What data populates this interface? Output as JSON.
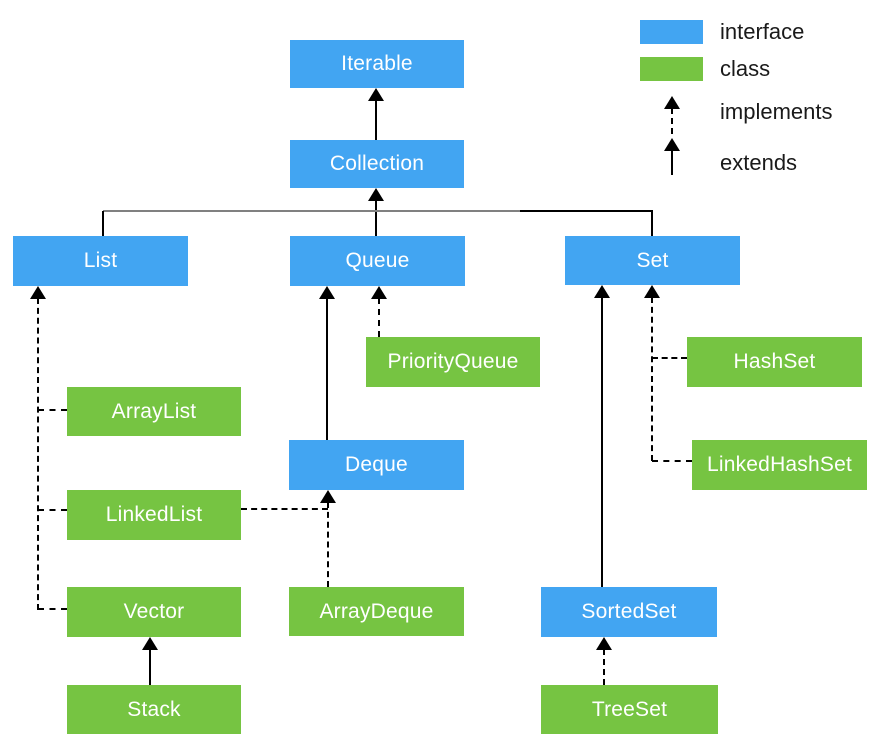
{
  "colors": {
    "interface": "#42a5f2",
    "class": "#76c442",
    "arrow": "#000000",
    "connector_gray": "#808080",
    "label_text": "#ffffff",
    "legend_text": "#1a1a1a"
  },
  "nodes": {
    "iterable": {
      "label": "Iterable",
      "type": "interface"
    },
    "collection": {
      "label": "Collection",
      "type": "interface"
    },
    "list": {
      "label": "List",
      "type": "interface"
    },
    "queue": {
      "label": "Queue",
      "type": "interface"
    },
    "set": {
      "label": "Set",
      "type": "interface"
    },
    "deque": {
      "label": "Deque",
      "type": "interface"
    },
    "sortedset": {
      "label": "SortedSet",
      "type": "interface"
    },
    "arraylist": {
      "label": "ArrayList",
      "type": "class"
    },
    "linkedlist": {
      "label": "LinkedList",
      "type": "class"
    },
    "vector": {
      "label": "Vector",
      "type": "class"
    },
    "stack": {
      "label": "Stack",
      "type": "class"
    },
    "priorityqueue": {
      "label": "PriorityQueue",
      "type": "class"
    },
    "arraydeque": {
      "label": "ArrayDeque",
      "type": "class"
    },
    "hashset": {
      "label": "HashSet",
      "type": "class"
    },
    "linkedhashset": {
      "label": "LinkedHashSet",
      "type": "class"
    },
    "treeset": {
      "label": "TreeSet",
      "type": "class"
    }
  },
  "edges": [
    {
      "from": "Collection",
      "to": "Iterable",
      "relation": "extends"
    },
    {
      "from": "List",
      "to": "Collection",
      "relation": "extends"
    },
    {
      "from": "Queue",
      "to": "Collection",
      "relation": "extends"
    },
    {
      "from": "Set",
      "to": "Collection",
      "relation": "extends"
    },
    {
      "from": "ArrayList",
      "to": "List",
      "relation": "implements"
    },
    {
      "from": "LinkedList",
      "to": "List",
      "relation": "implements"
    },
    {
      "from": "Vector",
      "to": "List",
      "relation": "implements"
    },
    {
      "from": "Stack",
      "to": "Vector",
      "relation": "extends"
    },
    {
      "from": "Deque",
      "to": "Queue",
      "relation": "extends"
    },
    {
      "from": "PriorityQueue",
      "to": "Queue",
      "relation": "implements"
    },
    {
      "from": "ArrayDeque",
      "to": "Deque",
      "relation": "implements"
    },
    {
      "from": "LinkedList",
      "to": "Deque",
      "relation": "implements"
    },
    {
      "from": "SortedSet",
      "to": "Set",
      "relation": "extends"
    },
    {
      "from": "HashSet",
      "to": "Set",
      "relation": "implements"
    },
    {
      "from": "LinkedHashSet",
      "to": "Set",
      "relation": "implements"
    },
    {
      "from": "TreeSet",
      "to": "SortedSet",
      "relation": "implements"
    }
  ],
  "legend": {
    "items": [
      {
        "kind": "swatch-interface",
        "label": "interface"
      },
      {
        "kind": "swatch-class",
        "label": "class"
      },
      {
        "kind": "arrow-dashed",
        "label": "implements"
      },
      {
        "kind": "arrow-solid",
        "label": "extends"
      }
    ]
  }
}
